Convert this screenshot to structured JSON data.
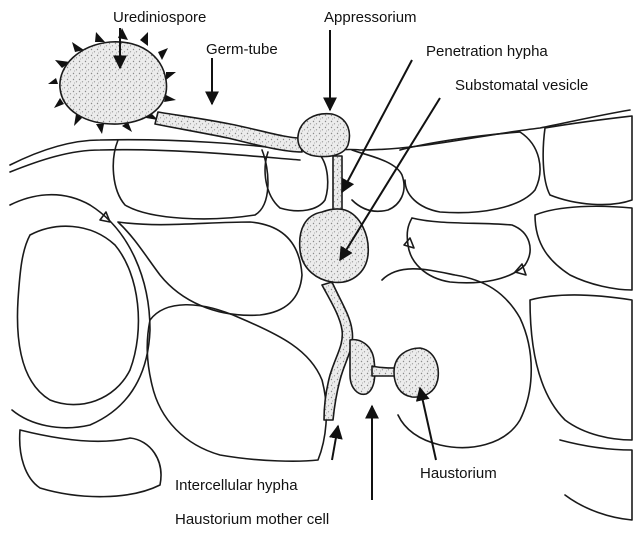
{
  "labels": {
    "urediniospore": "Urediniospore",
    "germ_tube": "Germ-tube",
    "appressorium": "Appressorium",
    "penetration_hypha": "Penetration hypha",
    "substomatal_vesicle": "Substomatal vesicle",
    "haustorium": "Haustorium",
    "intercellular_hypha": "Intercellular hypha",
    "haustorium_mother_cell": "Haustorium mother cell"
  },
  "colors": {
    "ink": "#1a1a1a",
    "background": "#ffffff",
    "stipple": "#9a9a9a"
  }
}
